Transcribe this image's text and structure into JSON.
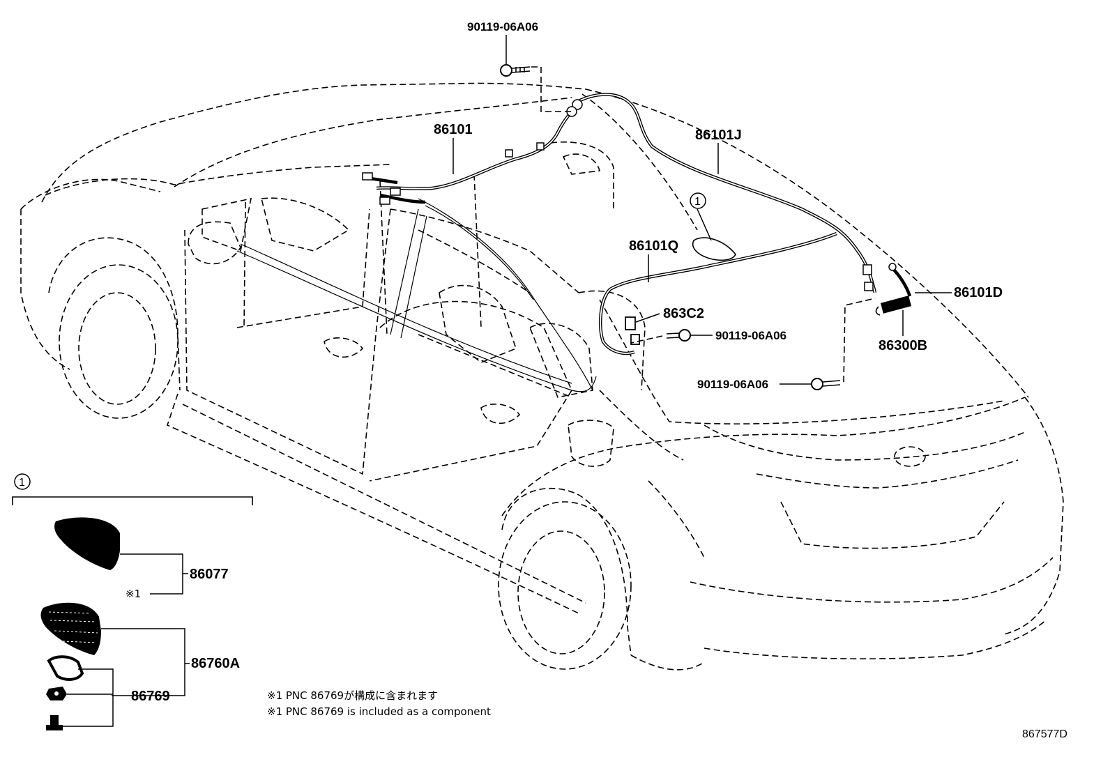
{
  "diagram": {
    "part_labels": {
      "bolt_top": "90119-06A06",
      "harness_main": "86101",
      "harness_j": "86101J",
      "harness_q": "86101Q",
      "connector_c2": "863C2",
      "bolt_mid": "90119-06A06",
      "harness_d": "86101D",
      "antenna_b": "86300B",
      "bolt_low": "90119-06A06",
      "callout_roof": "1"
    },
    "inset": {
      "callout": "1",
      "antenna_cover": "86077",
      "antenna_assy": "86760A",
      "gasket_set": "86769",
      "note_marker": "※1"
    },
    "notes": {
      "jp": "※1 PNC 86769が構成に含まれます",
      "en": "※1 PNC 86769 is included as a component"
    },
    "illustration_code": "867577D"
  }
}
